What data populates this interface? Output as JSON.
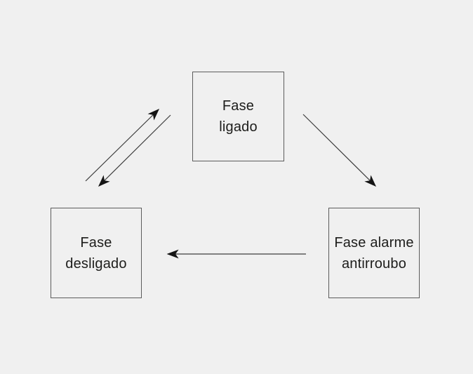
{
  "colors": {
    "background": "#f0f0f0",
    "box-border": "#5c5c5c",
    "text-color": "#1d1d1b",
    "arrow-line": "#3c3c3c",
    "arrow-head": "#141414"
  },
  "diagram": {
    "type": "state-diagram",
    "nodes": [
      {
        "id": "fase-ligado",
        "line1": "Fase",
        "line2": "ligado",
        "position": "top-center"
      },
      {
        "id": "fase-desligado",
        "line1": "Fase",
        "line2": "desligado",
        "position": "bottom-left"
      },
      {
        "id": "fase-alarme-antirroubo",
        "line1": "Fase alarme",
        "line2": "antirroubo",
        "position": "bottom-right"
      }
    ],
    "edges": [
      {
        "from": "fase-desligado",
        "to": "fase-ligado",
        "style": "diagonal-up-right-arrow"
      },
      {
        "from": "fase-ligado",
        "to": "fase-desligado",
        "style": "diagonal-down-left-arrow"
      },
      {
        "from": "fase-ligado",
        "to": "fase-alarme-antirroubo",
        "style": "diagonal-down-right-arrow"
      },
      {
        "from": "fase-alarme-antirroubo",
        "to": "fase-desligado",
        "style": "horizontal-left-arrow"
      }
    ]
  }
}
